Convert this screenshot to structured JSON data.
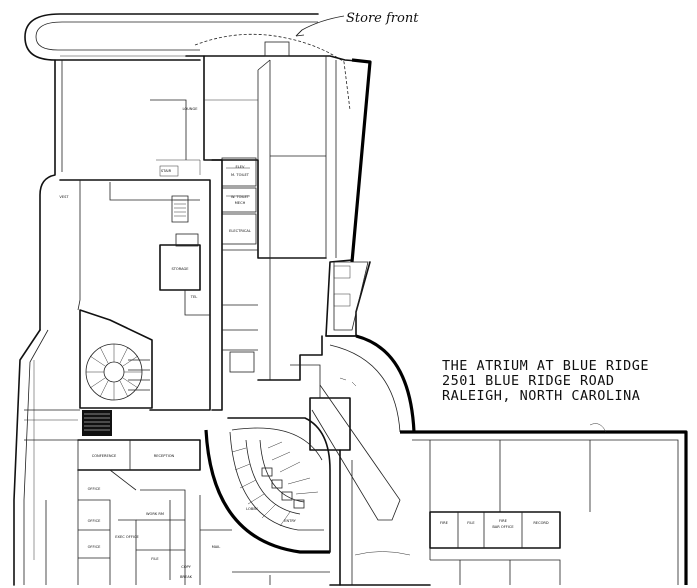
{
  "annotation": {
    "handwritten": "Store front"
  },
  "title_block": {
    "line1": "THE ATRIUM AT BLUE RIDGE",
    "line2": "2501 BLUE RIDGE ROAD",
    "line3": "RALEIGH, NORTH CAROLINA"
  },
  "rooms": {
    "elevator": "ELEV",
    "mens_toilet": "M. TOILET",
    "womens_toilet": "W. TOILET",
    "mechanical": "MECH",
    "electrical": "ELECTRICAL",
    "stair": "STAIR",
    "storage": "STORAGE",
    "conference": "CONFERENCE",
    "reception": "RECEPTION",
    "office_a": "OFFICE",
    "office_b": "OFFICE",
    "office_c": "OFFICE",
    "exec_office": "EXEC OFFICE",
    "work_room": "WORK RM",
    "file": "FILE",
    "file_b": "FILE",
    "mail": "MAIL",
    "copy": "COPY",
    "break": "BREAK",
    "lounge": "LOUNGE",
    "lobby": "LOBBY",
    "entry": "ENTRY",
    "tel": "TEL",
    "vestibule": "VEST",
    "fire": "FIRE",
    "bar_office": "BAR OFFICE",
    "fire_b": "FIRE",
    "record": "RECORD"
  }
}
